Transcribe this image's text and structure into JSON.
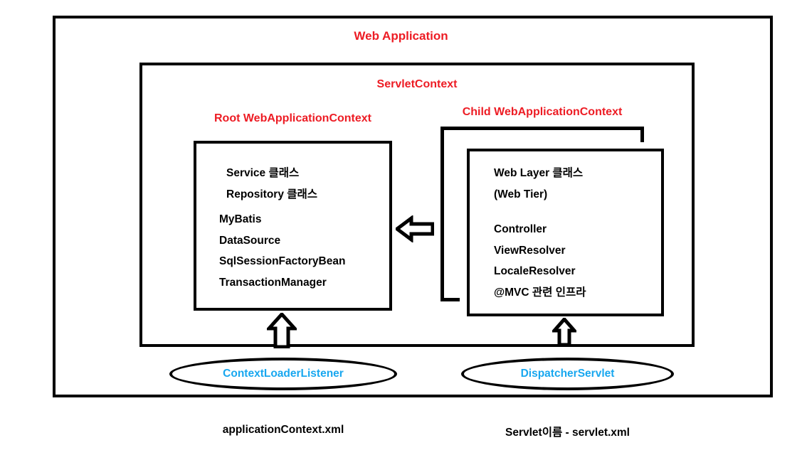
{
  "diagram": {
    "outer": {
      "title": "Web Application"
    },
    "servlet_context": {
      "title": "ServletContext"
    },
    "root_context": {
      "title": "Root WebApplicationContext",
      "items": [
        "Service 클래스",
        "Repository 클래스",
        "MyBatis",
        "DataSource",
        "SqlSessionFactoryBean",
        "TransactionManager"
      ]
    },
    "child_context": {
      "title": "Child WebApplicationContext",
      "items": [
        "Web Layer 클래스",
        "(Web Tier)",
        "",
        "Controller",
        "ViewResolver",
        "LocaleResolver",
        "@MVC 관련 인프라"
      ]
    },
    "nodes": {
      "context_loader_listener": "ContextLoaderListener",
      "dispatcher_servlet": "DispatcherServlet"
    },
    "config_files": {
      "root": "applicationContext.xml",
      "servlet": "Servlet이름 - servlet.xml"
    },
    "colors": {
      "heading_red": "#ED1C24",
      "node_blue": "#18A7EF",
      "line_black": "#000000",
      "background": "#FFFFFF"
    }
  }
}
